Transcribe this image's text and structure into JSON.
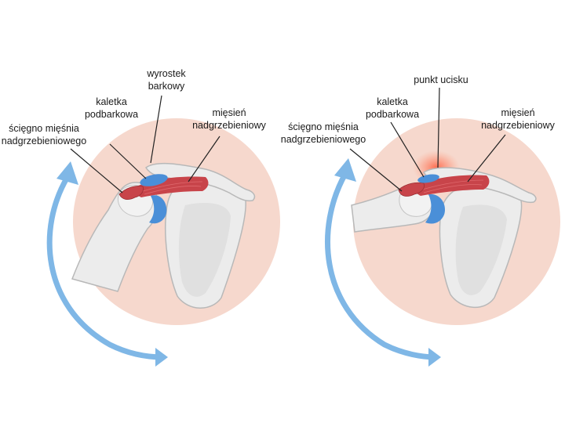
{
  "colors": {
    "circle": "#f6d8cd",
    "bone": "#ececec",
    "bone_outline": "#b8b8b8",
    "cartilage": "#4a8fd8",
    "muscle": "#c8444a",
    "arrow": "#7fb7e6",
    "glow": "#ff6a4a",
    "line": "#222222"
  },
  "left_panel": {
    "label_acromion_1": "wyrostek",
    "label_acromion_2": "barkowy",
    "label_bursa_1": "kaletka",
    "label_bursa_2": "podbarkowa",
    "label_muscle_1": "mięsień",
    "label_muscle_2": "nadgrzebieniowy",
    "label_tendon_1": "ścięgno mięśnia",
    "label_tendon_2": "nadgrzebieniowego"
  },
  "right_panel": {
    "label_pressure": "punkt ucisku",
    "label_bursa_1": "kaletka",
    "label_bursa_2": "podbarkowa",
    "label_muscle_1": "mięsień",
    "label_muscle_2": "nadgrzebieniowy",
    "label_tendon_1": "ścięgno mięśnia",
    "label_tendon_2": "nadgrzebieniowego"
  }
}
